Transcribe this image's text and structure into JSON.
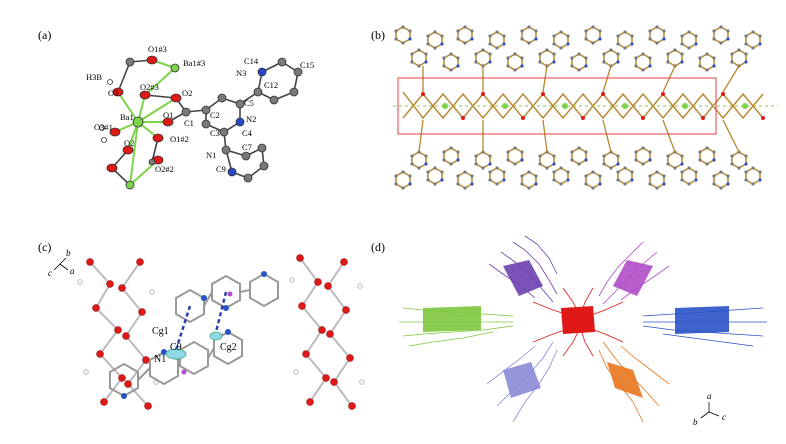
{
  "panels": {
    "a": {
      "label": "(a)",
      "atoms": {
        "o1_3": "O1#3",
        "ba1_3": "Ba1#3",
        "h3b": "H3B",
        "o3": "O3",
        "o2_3": "O2#3",
        "o2": "O2",
        "c1": "C1",
        "ba1": "Ba1",
        "o3_1": "O3#1",
        "o1": "O1",
        "o1_2": "O1#2",
        "o2_b": "O2",
        "o2_2": "O2#2",
        "c14": "C14",
        "c15": "C15",
        "n3": "N3",
        "c12": "C12",
        "c5": "C5",
        "c2": "C2",
        "n2": "N2",
        "c3": "C3",
        "c4": "C4",
        "c7": "C7",
        "n1": "N1",
        "c9": "C9"
      }
    },
    "b": {
      "label": "(b)"
    },
    "c": {
      "label": "(c)",
      "axes": {
        "b": "b",
        "c": "c",
        "a": "a"
      },
      "atoms": {
        "cg1": "Cg1",
        "n1": "N1",
        "c9": "C9",
        "cg2": "Cg2"
      }
    },
    "d": {
      "label": "(d)",
      "axes": {
        "a": "a",
        "b": "b",
        "c": "c"
      }
    }
  },
  "colors": {
    "barium": "#7dd34a",
    "oxygen": "#e01818",
    "carbon": "#7a7a7a",
    "nitrogen": "#2848c8",
    "framework_gold": "#b8862e",
    "purple": "#6d3fb0",
    "magenta": "#b04cc8",
    "green": "#7dc63c",
    "blue": "#2a52c8",
    "lavender": "#8a8ad8",
    "orange": "#e8761e",
    "red": "#e01818"
  }
}
